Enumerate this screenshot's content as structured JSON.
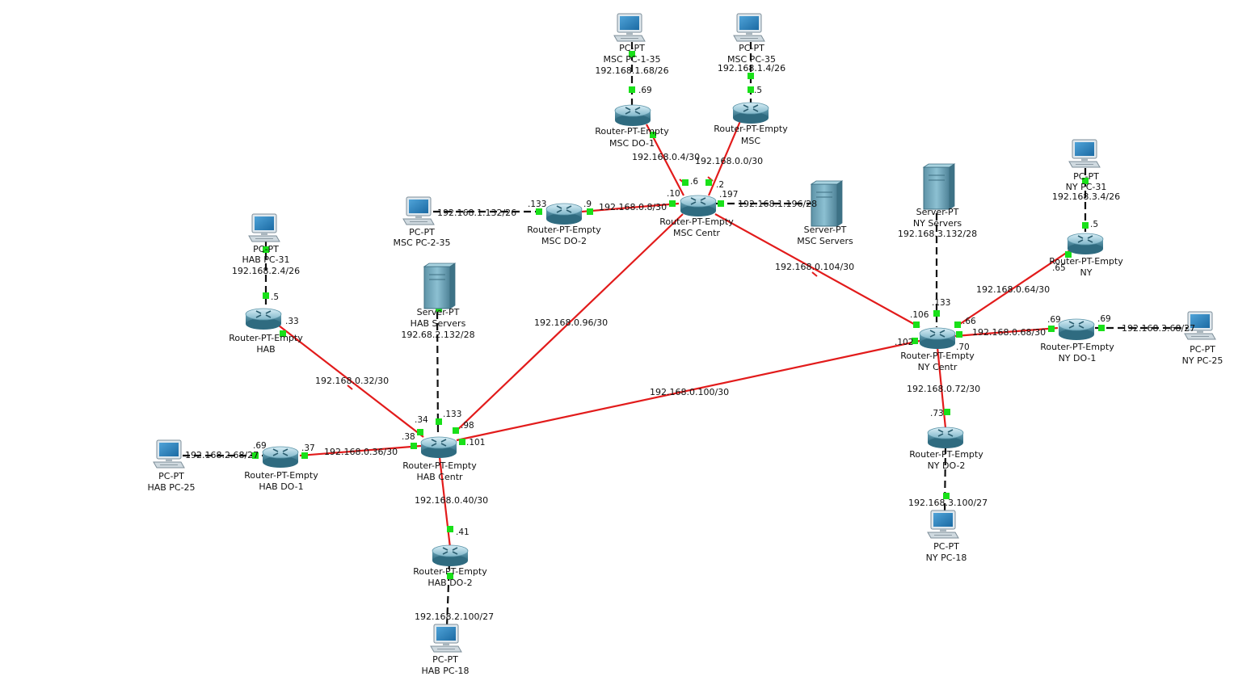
{
  "devices": {
    "msc_pc135": {
      "type": "PC-PT",
      "name": "MSC PC-1-35",
      "net": "192.168.1.68/26"
    },
    "msc_pc35": {
      "type": "PC-PT",
      "name": "MSC PC-35",
      "net": "192.168.1.4/26"
    },
    "msc_do1": {
      "type": "Router-PT-Empty",
      "name": "MSC DO-1"
    },
    "msc": {
      "type": "Router-PT-Empty",
      "name": "MSC"
    },
    "msc_centr": {
      "type": "Router-PT-Empty",
      "name": "MSC Centr"
    },
    "msc_do2": {
      "type": "Router-PT-Empty",
      "name": "MSC DO-2"
    },
    "msc_pc235": {
      "type": "PC-PT",
      "name": "MSC PC-2-35"
    },
    "msc_servers": {
      "type": "Server-PT",
      "name": "MSC Servers"
    },
    "hab_pc31": {
      "type": "PC-PT",
      "name": "HAB PC-31",
      "net": "192.168.2.4/26"
    },
    "hab": {
      "type": "Router-PT-Empty",
      "name": "HAB"
    },
    "hab_servers": {
      "type": "Server-PT",
      "name": "HAB Servers",
      "net": "192.68.2.132/28"
    },
    "hab_centr": {
      "type": "Router-PT-Empty",
      "name": "HAB Centr"
    },
    "hab_do1": {
      "type": "Router-PT-Empty",
      "name": "HAB DO-1"
    },
    "hab_pc25": {
      "type": "PC-PT",
      "name": "HAB PC-25"
    },
    "hab_do2": {
      "type": "Router-PT-Empty",
      "name": "HAB DO-2"
    },
    "hab_pc18": {
      "type": "PC-PT",
      "name": "HAB PC-18"
    },
    "ny_servers": {
      "type": "Server-PT",
      "name": "NY Servers",
      "net": "192.168.3.132/28"
    },
    "ny_pc31": {
      "type": "PC-PT",
      "name": "NY PC-31",
      "net": "192.168.3.4/26"
    },
    "ny": {
      "type": "Router-PT-Empty",
      "name": "NY"
    },
    "ny_centr": {
      "type": "Router-PT-Empty",
      "name": "NY Centr"
    },
    "ny_do1": {
      "type": "Router-PT-Empty",
      "name": "NY DO-1"
    },
    "ny_pc25": {
      "type": "PC-PT",
      "name": "NY PC-25"
    },
    "ny_do2": {
      "type": "Router-PT-Empty",
      "name": "NY DO-2"
    },
    "ny_pc18": {
      "type": "PC-PT",
      "name": "NY PC-18"
    }
  },
  "networks": {
    "msc_do1_centr": "192.168.0.4/30",
    "msc_centr": "192.168.0.0/30",
    "msc_do2_centr": "192.168.0.8/30",
    "msc_pc2_net": "192.168.1.132/26",
    "msc_servers_net": "192.168.1.196/28",
    "msc_hab": "192.168.0.96/30",
    "msc_ny": "192.168.0.104/30",
    "hab_centr": "192.168.0.32/30",
    "hab_do1_centr": "192.168.0.36/30",
    "hab_pc25_net": "192.168.2.68/27",
    "hab_do2_centr": "192.168.0.40/30",
    "hab_pc18_net": "192.168.2.100/27",
    "hab_ny": "192.168.0.100/30",
    "ny_centr": "192.168.0.64/30",
    "ny_do1_centr": "192.168.0.68/30",
    "ny_pc25_net": "192.168.3.68/27",
    "ny_do2_centr": "192.168.0.72/30",
    "ny_pc18_net": "192.168.3.100/27"
  },
  "ports": {
    "msc_do1_up": ".69",
    "msc_up": ".5",
    "msc_centr_6": ".6",
    "msc_centr_2": ".2",
    "msc_centr_10": ".10",
    "msc_centr_197": ".197",
    "msc_do2_9": ".9",
    "msc_do2_133": ".133",
    "hab_5": ".5",
    "hab_33": ".33",
    "hab_centr_34": ".34",
    "hab_centr_133": ".133",
    "hab_centr_98": ".98",
    "hab_centr_38": ".38",
    "hab_centr_101": ".101",
    "hab_do1_69": ".69",
    "hab_do1_37": ".37",
    "hab_do2_41": ".41",
    "ny_5": ".5",
    "ny_65": ".65",
    "ny_centr_106": ".106",
    "ny_centr_133": ".133",
    "ny_centr_66": ".66",
    "ny_centr_102": ".102",
    "ny_centr_70": ".70",
    "ny_do1_69a": ".69",
    "ny_do1_69b": ".69",
    "ny_do2_73": ".73"
  },
  "colors": {
    "serial_link": "#e21b1b",
    "copper_link": "#111111",
    "port": "#19e019",
    "router_top": "#b8dbe8",
    "router_bottom": "#4a8499"
  }
}
